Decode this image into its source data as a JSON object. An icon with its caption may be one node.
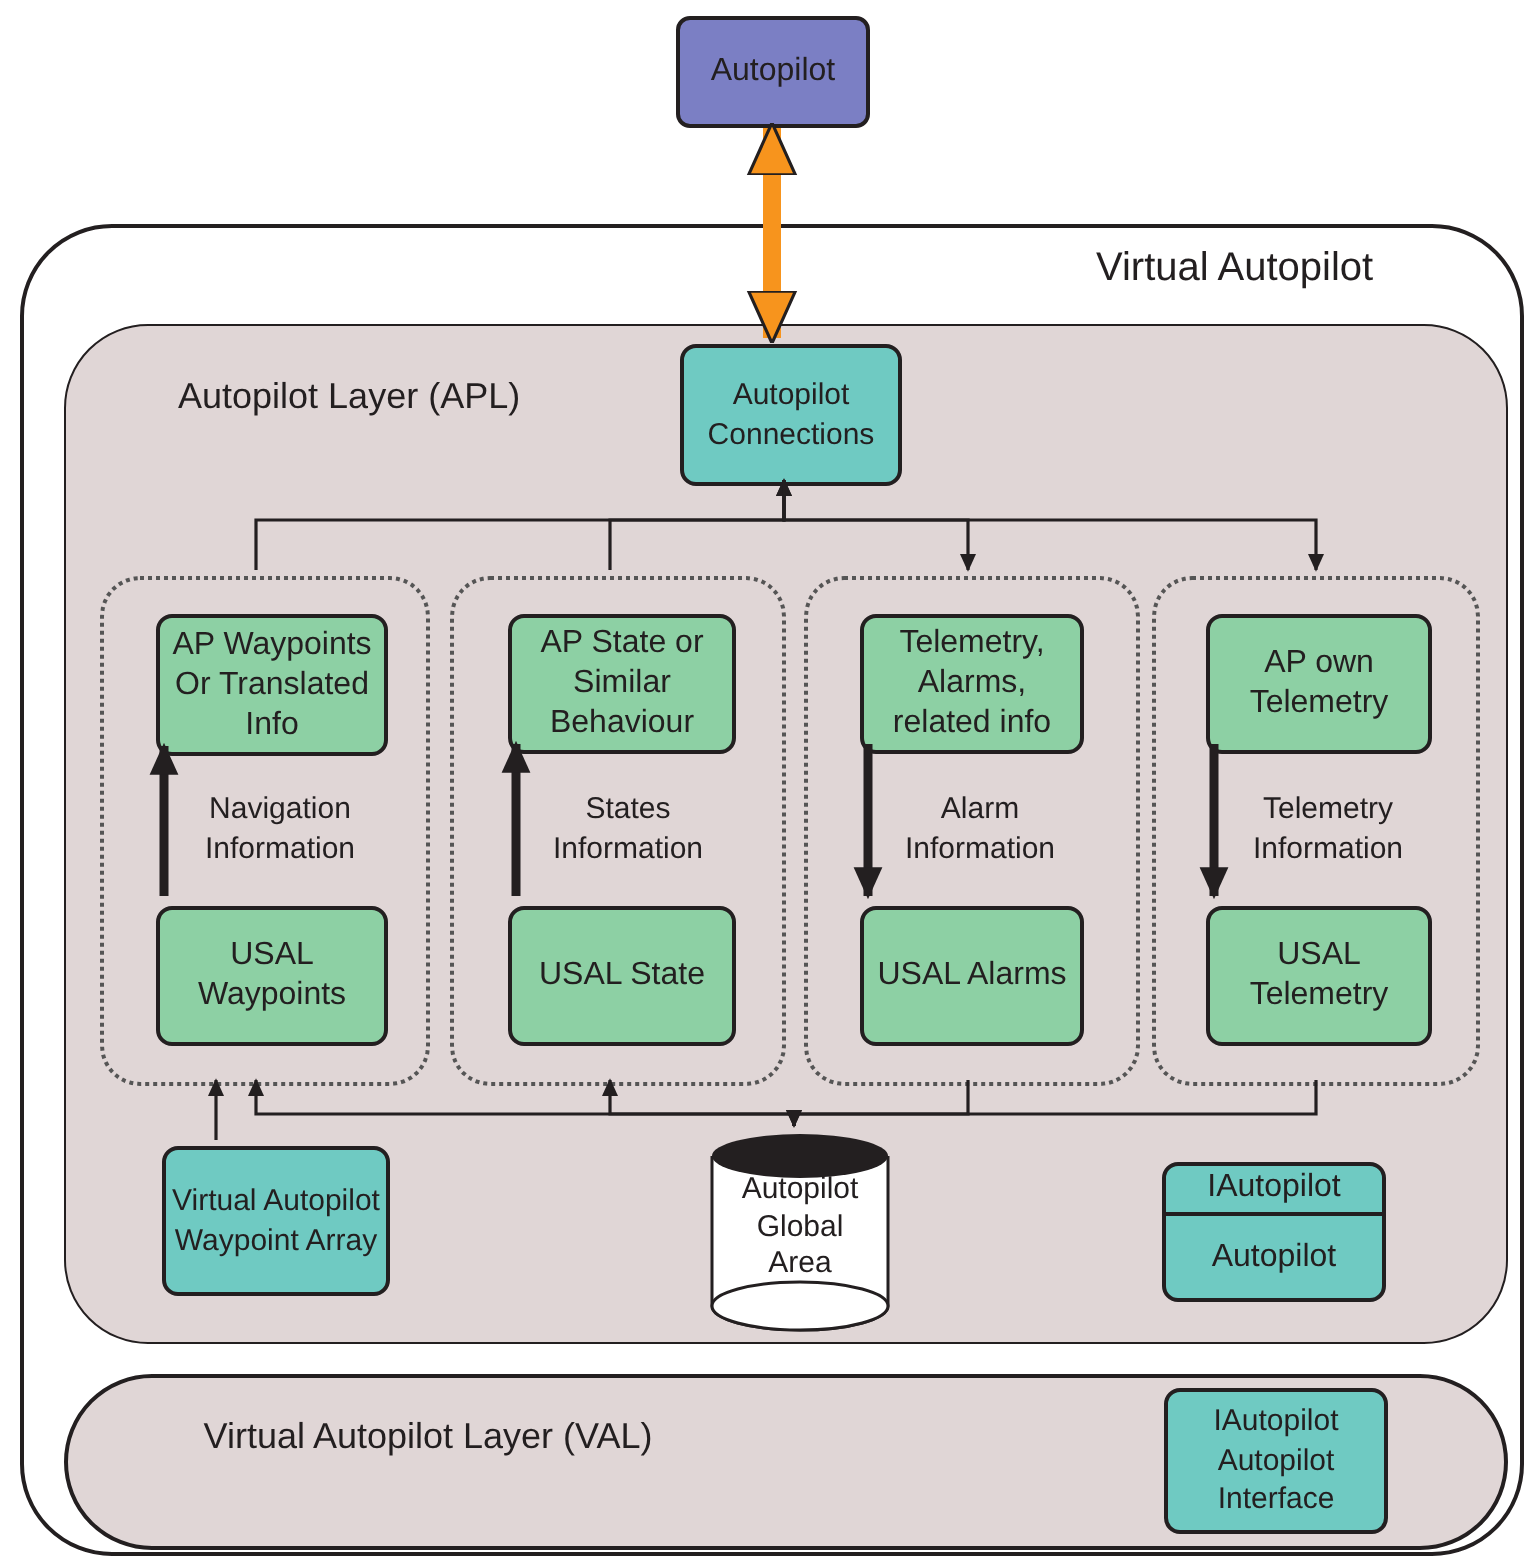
{
  "diagram": {
    "nodes": [
      {
        "text": [
          "Autopilot"
        ]
      },
      {
        "text": [
          "Virtual Autopilot"
        ]
      },
      {
        "text": [
          "Autopilot Layer (APL)"
        ],
        "in": 1
      },
      {
        "text": [
          "Autopilot Connections"
        ],
        "in": 2
      },
      {
        "text": [],
        "shape": "box",
        "in": 2
      },
      {
        "text": [
          "AP Waypoints Or Translated Info"
        ],
        "in": 4
      },
      {
        "text": [
          "USAL Waypoints"
        ],
        "in": 4
      },
      {
        "text": [],
        "shape": "box",
        "in": 2
      },
      {
        "text": [
          "AP State or Similar Behaviour"
        ],
        "in": 7
      },
      {
        "text": [
          "USAL State"
        ],
        "in": 7
      },
      {
        "text": [],
        "shape": "box",
        "in": 2
      },
      {
        "text": [
          "Telemetry, Alarms, related info"
        ],
        "in": 10
      },
      {
        "text": [
          "USAL Alarms"
        ],
        "in": 10
      },
      {
        "text": [],
        "shape": "box",
        "in": 2
      },
      {
        "text": [
          "AP own Telemetry"
        ],
        "in": 13
      },
      {
        "text": [
          "USAL Telemetry"
        ],
        "in": 13
      },
      {
        "text": [
          "Virtual Autopilot Waypoint Array"
        ],
        "in": 2
      },
      {
        "text": [
          "Autopilot Global Area"
        ],
        "in": 2
      },
      {
        "text": [
          "IAutopilot",
          "Autopilot"
        ],
        "in": 2
      },
      {
        "text": [
          "Virtual Autopilot Layer (VAL)"
        ],
        "in": 1
      },
      {
        "text": [
          "IAutopilot Autopilot Interface"
        ],
        "in": 19
      }
    ],
    "edges": [
      {
        "from": 0,
        "to": 3,
        "arrow": "both",
        "style": "thick",
        "color": "#f7941d"
      },
      {
        "from": 4,
        "to": 3,
        "arrow": "to"
      },
      {
        "from": 7,
        "to": 3,
        "arrow": "to"
      },
      {
        "from": 3,
        "to": 10,
        "arrow": "to"
      },
      {
        "from": 3,
        "to": 13,
        "arrow": "to"
      },
      {
        "from": 6,
        "to": 5,
        "arrow": "to",
        "label": "Navigation Information",
        "style": "thick"
      },
      {
        "from": 9,
        "to": 8,
        "arrow": "to",
        "label": "States Information",
        "style": "thick"
      },
      {
        "from": 11,
        "to": 12,
        "arrow": "to",
        "label": "Alarm Information",
        "style": "thick"
      },
      {
        "from": 14,
        "to": 15,
        "arrow": "to",
        "label": "Telemetry Information",
        "style": "thick"
      },
      {
        "from": 16,
        "to": 4,
        "arrow": "to"
      },
      {
        "from": 17,
        "to": 4,
        "arrow": "to"
      },
      {
        "from": 17,
        "to": 7,
        "arrow": "to"
      },
      {
        "from": 10,
        "to": 17,
        "arrow": "to"
      },
      {
        "from": 13,
        "to": 17,
        "arrow": "to"
      }
    ]
  }
}
